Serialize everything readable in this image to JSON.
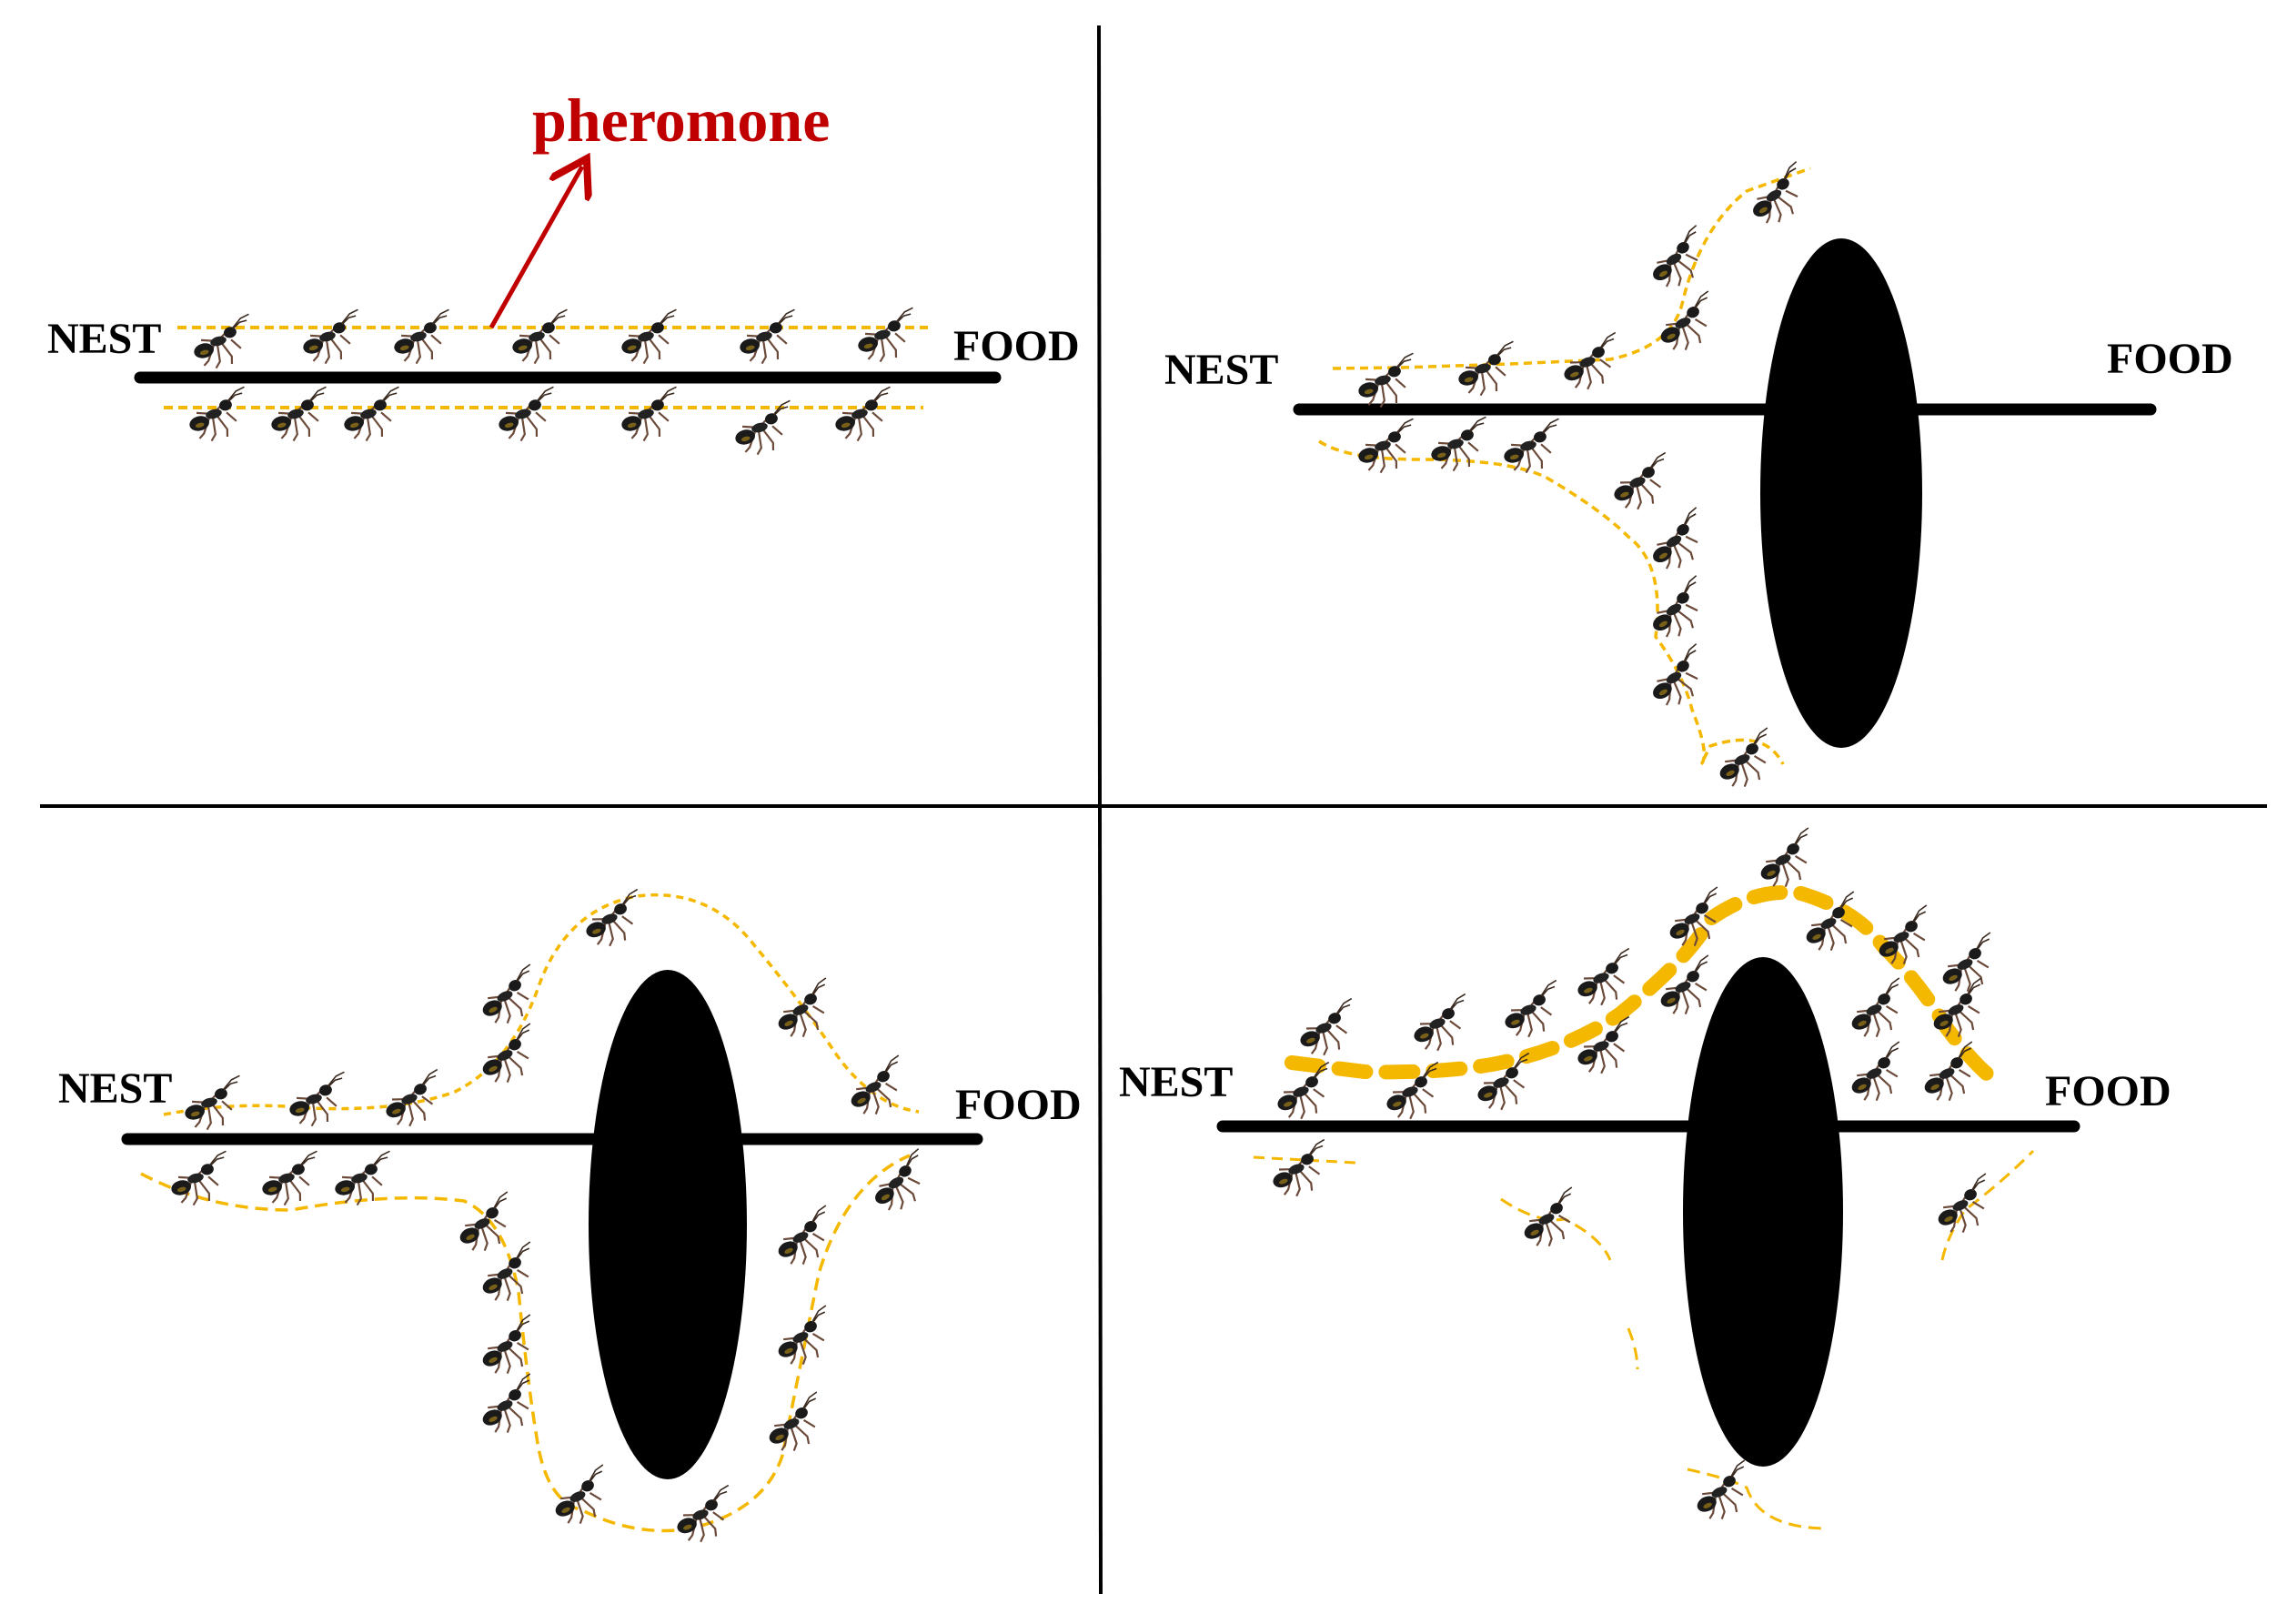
{
  "labels": {
    "pheromone": "pheromone",
    "nest": "NEST",
    "food": "FOOD"
  },
  "colors": {
    "background": "#ffffff",
    "line": "#000000",
    "pheromone_trail": "#f5b800",
    "pheromone_label": "#c00000",
    "ant_body": "#1a1a1a",
    "ant_legs": "#6b4a3a"
  },
  "icons": {
    "ant": "ant-icon",
    "obstacle": "obstacle-ellipse",
    "arrow": "arrow-up-right-icon"
  }
}
